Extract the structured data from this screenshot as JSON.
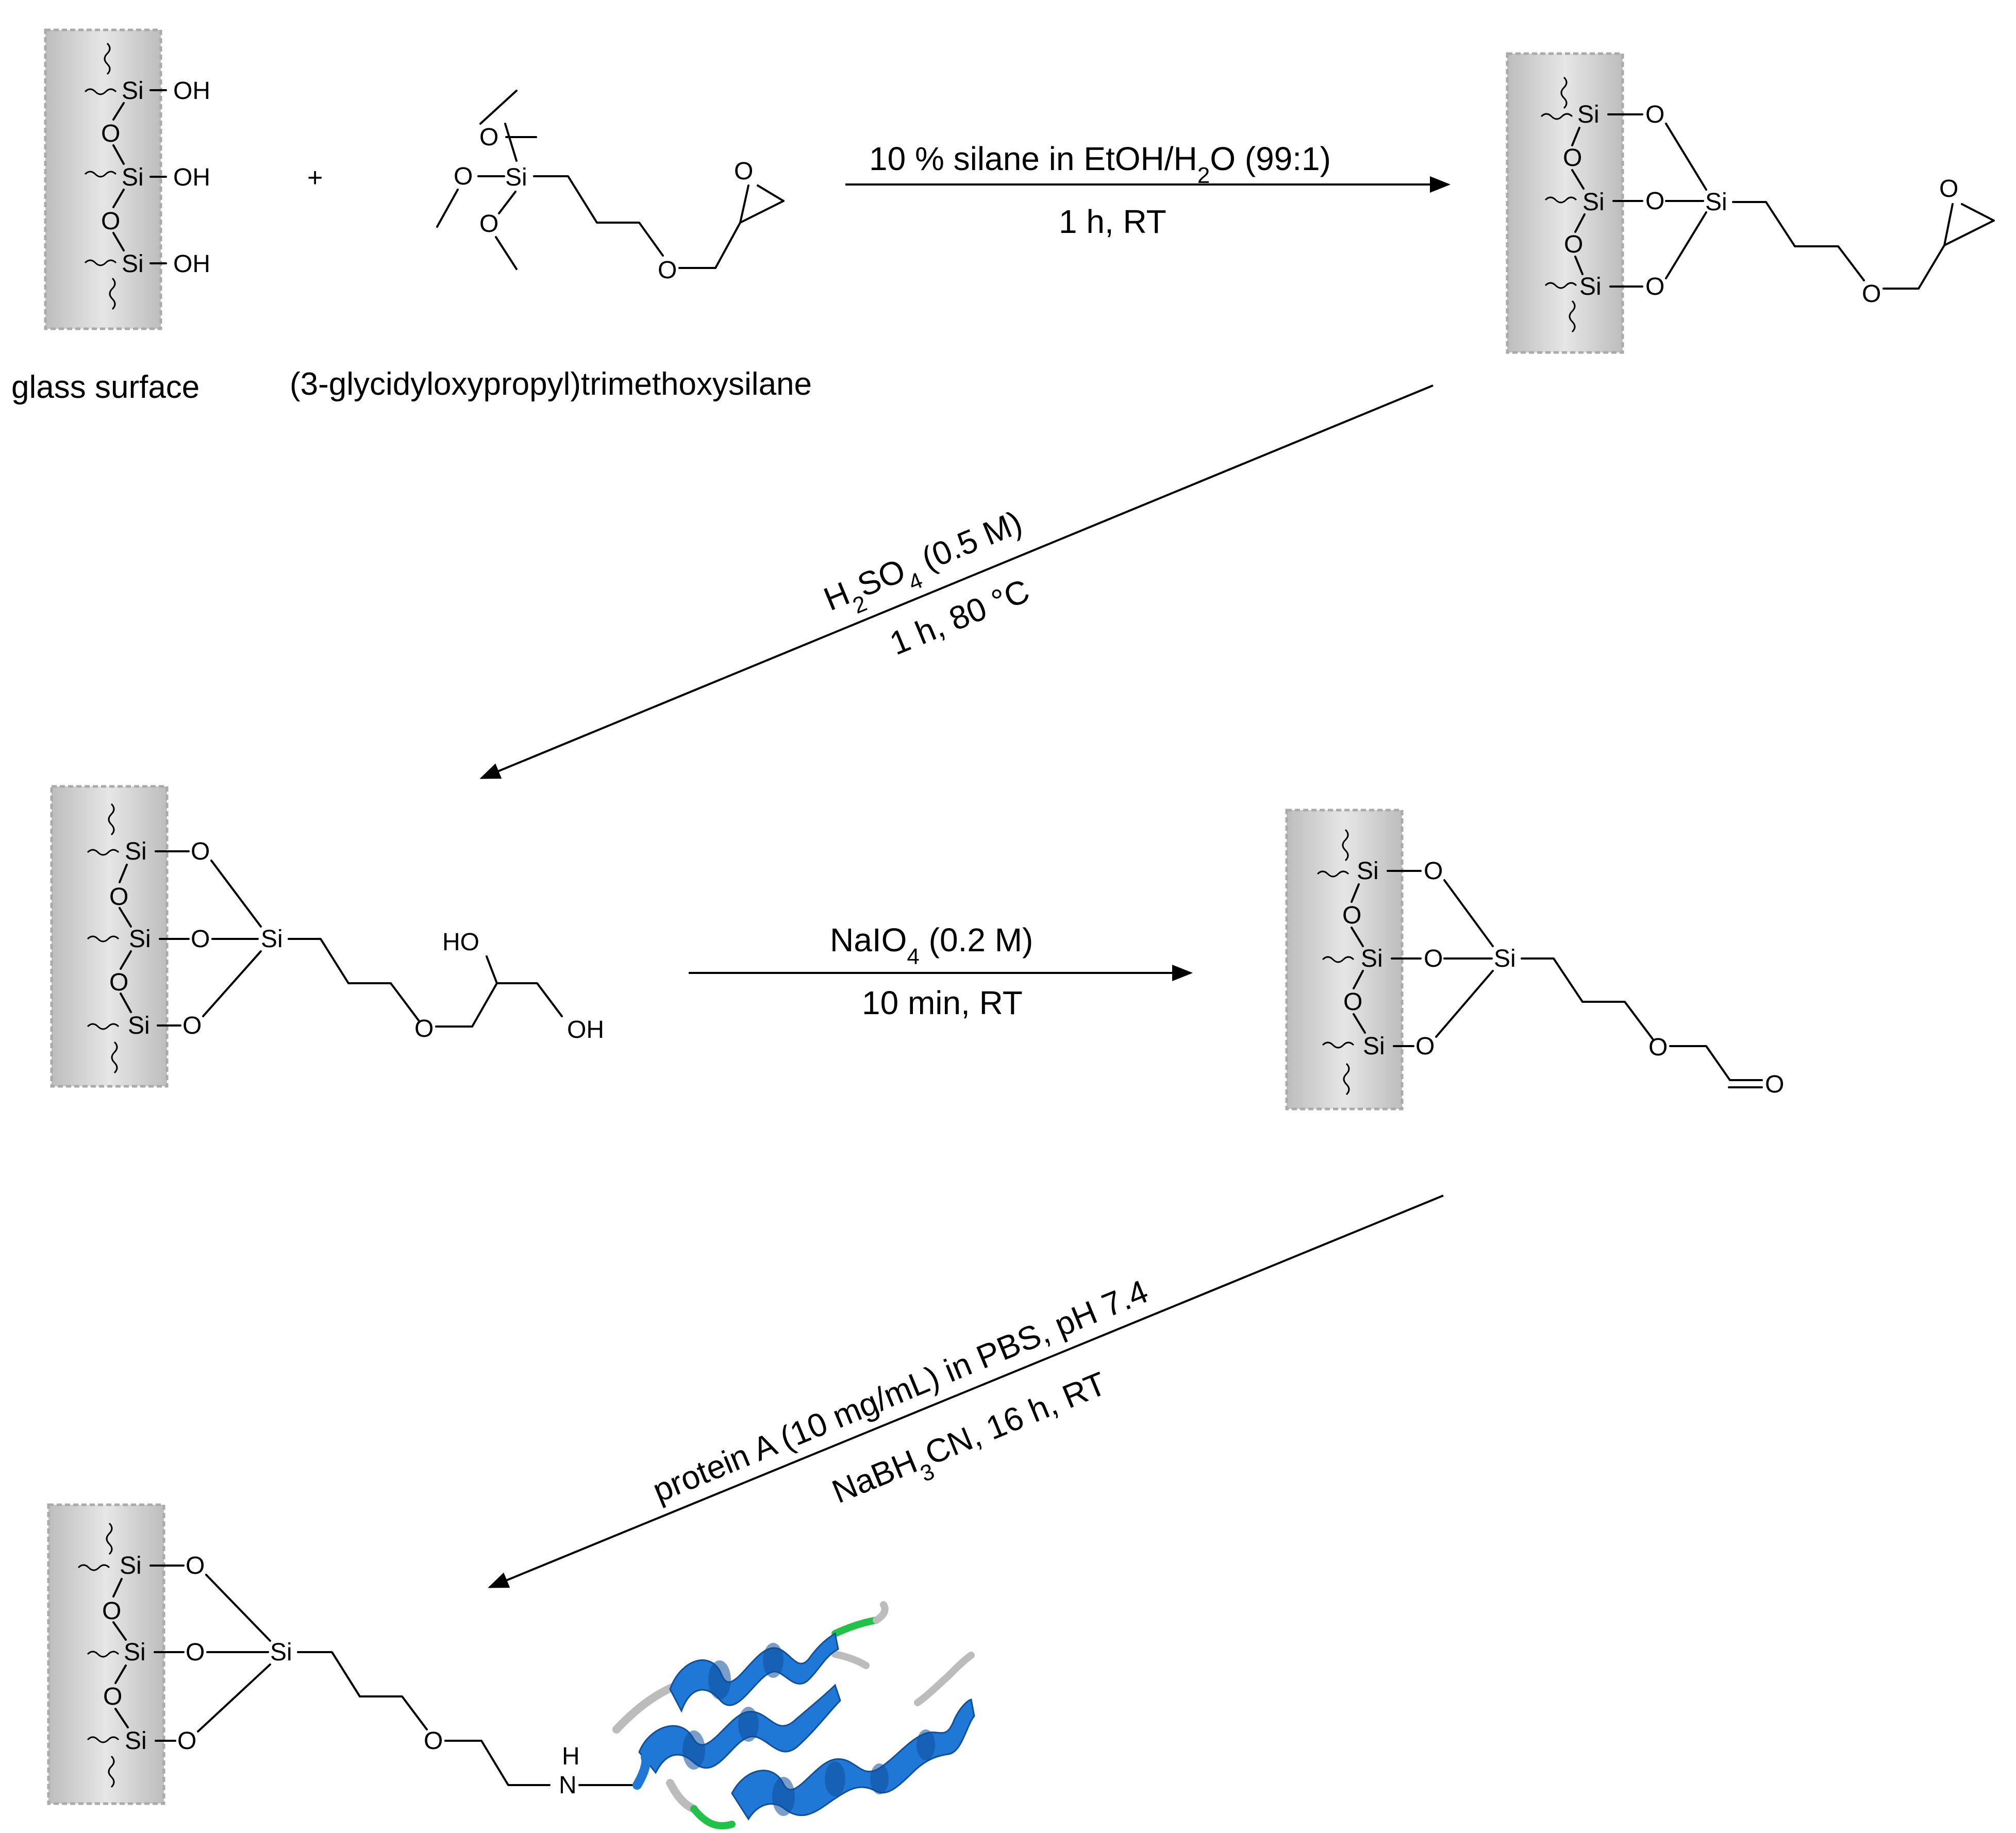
{
  "colors": {
    "surface_fill": "#d6d6d6",
    "surface_edge": "#aaaaaa",
    "helix": "#1f78d6",
    "helix_dark": "#0f4f9c",
    "loop_gray": "#bcbcbc",
    "loop_green": "#22c24a"
  },
  "atoms": {
    "si": "Si",
    "o": "O",
    "oh": "OH",
    "ho": "HO",
    "n": "N",
    "h": "H"
  },
  "captions": {
    "glass_surface": "glass surface",
    "silane_name": "(3-glycidyloxypropyl)trimethoxysilane",
    "plus": "+"
  },
  "steps": [
    {
      "reagent_pre": "10 % silane in EtOH/H",
      "reagent_sub": "2",
      "reagent_post": "O (99:1)",
      "conditions": "1 h, RT"
    },
    {
      "reagent_pre": "H",
      "reagent_sub": "2",
      "reagent_mid": "SO",
      "reagent_sub2": "4",
      "reagent_post": " (0.5 M)",
      "conditions": "1 h, 80 °C"
    },
    {
      "reagent_pre": "NaIO",
      "reagent_sub": "4",
      "reagent_post": " (0.2 M)",
      "conditions": "10 min, RT"
    },
    {
      "reagent": "protein A (10 mg/mL) in PBS, pH 7.4",
      "conditions_pre": "NaBH",
      "conditions_sub": "3",
      "conditions_post": "CN, 16 h, RT"
    }
  ],
  "icons": [
    "glass-surface-icon",
    "epoxide-ring-icon",
    "protein-ribbon-icon",
    "reaction-arrow-icon"
  ]
}
